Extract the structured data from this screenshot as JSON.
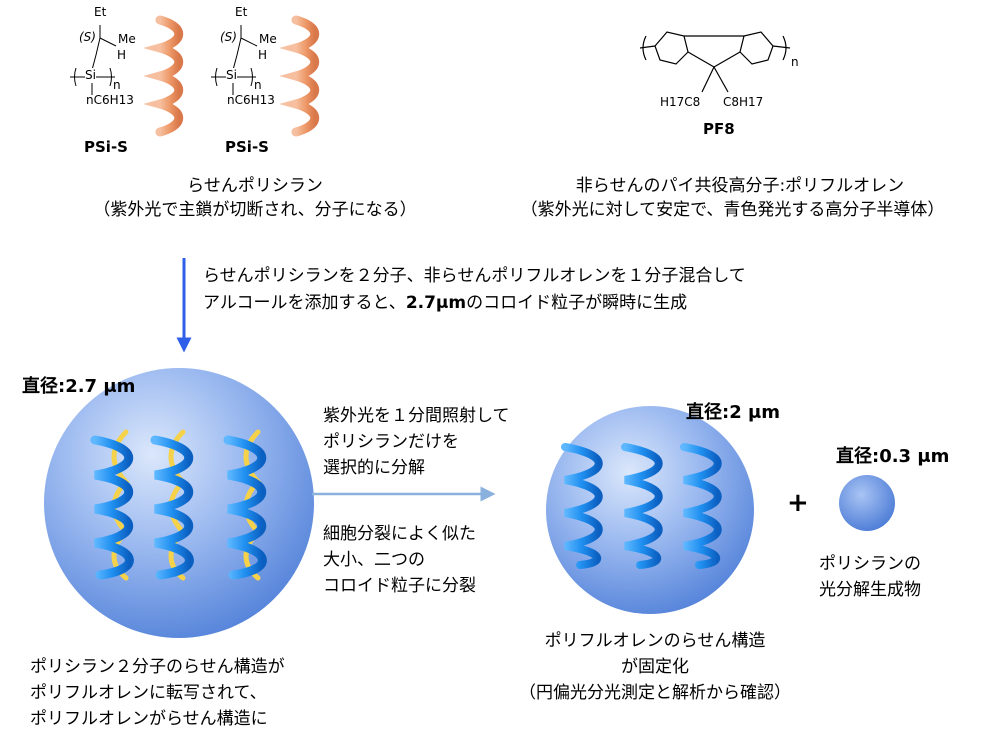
{
  "structures": {
    "psi": {
      "et": "Et",
      "s": "(S)",
      "me": "Me",
      "h": "H",
      "si": "Si",
      "n": "n",
      "c6h13": "nC6H13",
      "label": "PSi-S"
    },
    "pf8": {
      "n": "n",
      "sub_left": "H17C8",
      "sub_right": "C8H17",
      "label": "PF8"
    }
  },
  "captions": {
    "polysilane_line1": "らせんポリシラン",
    "polysilane_line2": "（紫外光で主鎖が切断され、分子になる）",
    "polyfluorene_line1": "非らせんのパイ共役高分子:ポリフルオレン",
    "polyfluorene_line2": "（紫外光に対して安定で、青色発光する高分子半導体）"
  },
  "step1": {
    "line1": "らせんポリシランを２分子、非らせんポリフルオレンを１分子混合して",
    "line2_pre": "アルコールを添加すると、",
    "line2_bold": "2.7μm",
    "line2_post": "のコロイド粒子が瞬時に生成"
  },
  "particles": {
    "large": {
      "label": "直径",
      "value": ":2.7 μm"
    },
    "medium": {
      "label": "直径",
      "value": ":2 μm"
    },
    "small": {
      "label": "直径",
      "value": ":0.3 μm"
    }
  },
  "step2": {
    "a1": "紫外光を１分間照射して",
    "a2": "ポリシランだけを",
    "a3": "選択的に分解",
    "b1": "細胞分裂によく似た",
    "b2": "大小、二つの",
    "b3": "コロイド粒子に分裂"
  },
  "plus": "+",
  "bottom_left": {
    "l1": "ポリシラン２分子のらせん構造が",
    "l2": "ポリフルオレンに転写されて、",
    "l3": "ポリフルオレンがらせん構造に"
  },
  "bottom_mid": {
    "l1": "ポリフルオレンのらせん構造",
    "l2": "が固定化",
    "l3": "（円偏光分光測定と解析から確認）"
  },
  "bottom_right": {
    "l1": "ポリシランの",
    "l2": "光分解生成物"
  },
  "colors": {
    "sphere": "#6f9ae8",
    "helix_blue": "#1e8ee8",
    "helix_yellow": "#f5d24a",
    "helix_orange": "#f0a070",
    "arrow": "#2f5fe8"
  }
}
